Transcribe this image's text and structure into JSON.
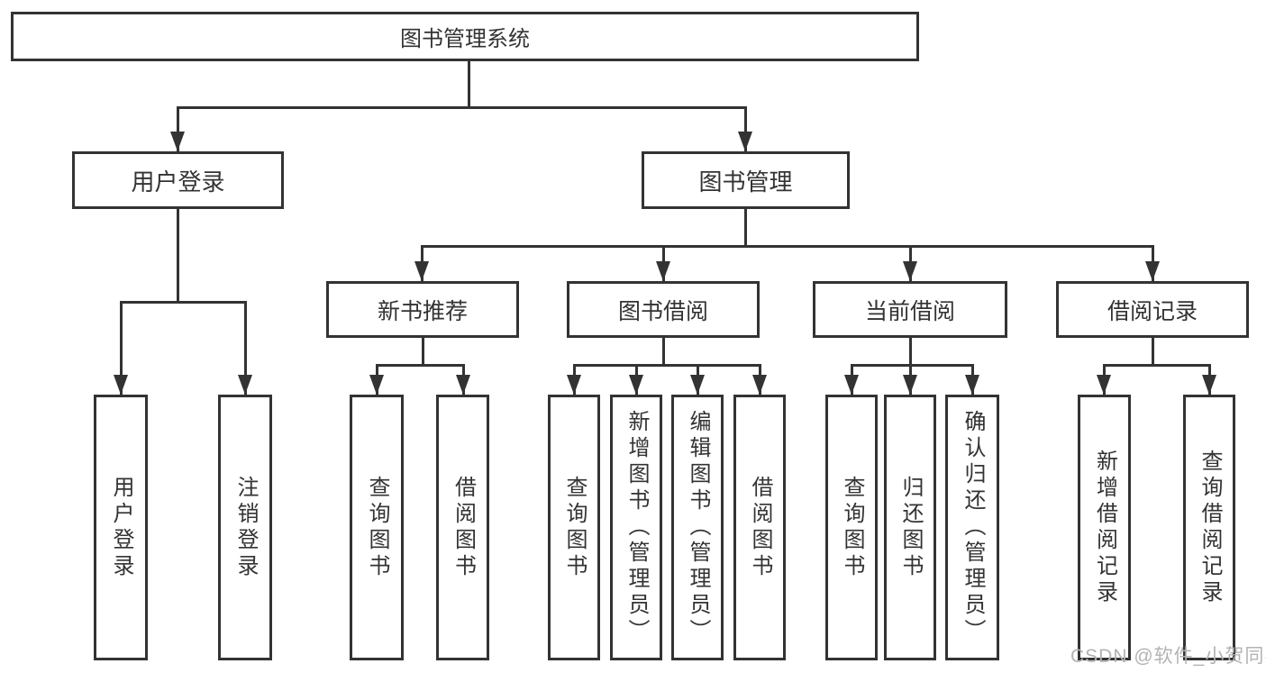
{
  "tree": {
    "root": {
      "label": "图书管理系统"
    },
    "branches": [
      {
        "label": "用户登录",
        "leaves": [
          "用户登录",
          "注销登录"
        ]
      },
      {
        "label": "图书管理",
        "groups": [
          {
            "label": "新书推荐",
            "leaves": [
              "查询图书",
              "借阅图书"
            ]
          },
          {
            "label": "图书借阅",
            "leaves": [
              "查询图书",
              "新增图书（管理员）",
              "编辑图书（管理员）",
              "借阅图书"
            ]
          },
          {
            "label": "当前借阅",
            "leaves": [
              "查询图书",
              "归还图书",
              "确认归还（管理员）"
            ]
          },
          {
            "label": "借阅记录",
            "leaves": [
              "新增借阅记录",
              "查询借阅记录"
            ]
          }
        ]
      }
    ]
  },
  "watermark": {
    "text": "CSDN @软件_小贺同学"
  },
  "colors": {
    "line": "#333333",
    "text": "#333333",
    "background": "#ffffff",
    "watermark": "#b3b3b3"
  }
}
